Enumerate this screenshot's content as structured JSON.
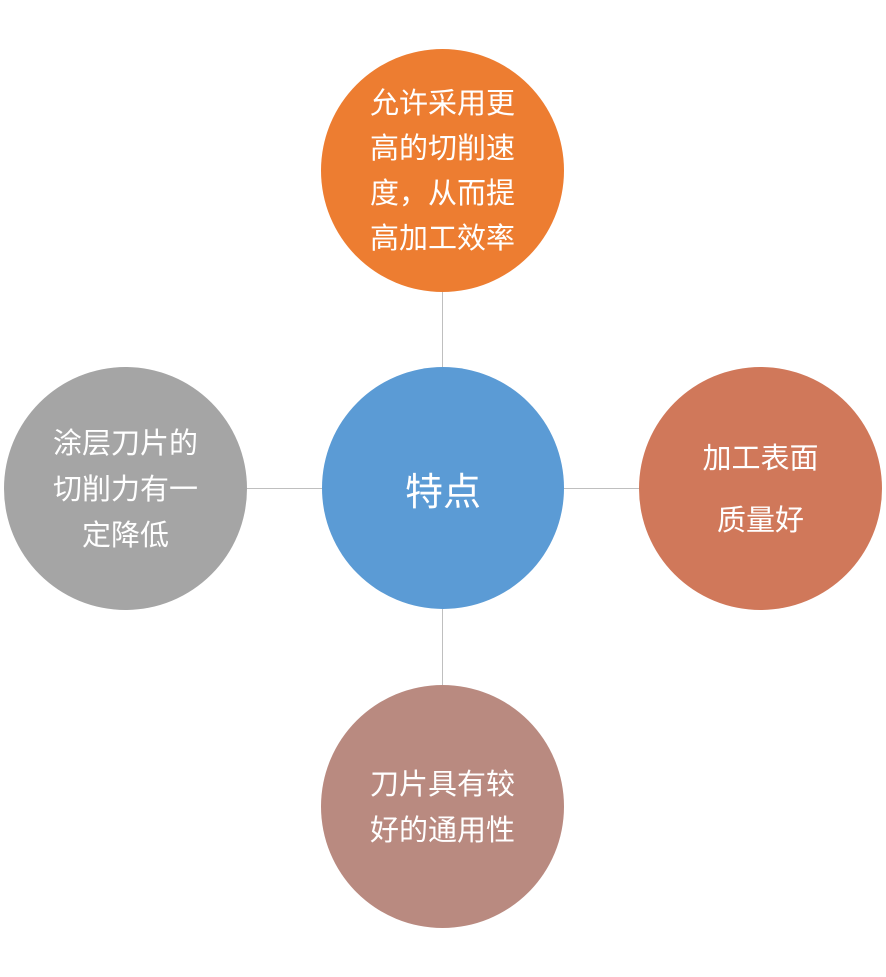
{
  "diagram": {
    "center": {
      "label": "特点",
      "color": "#5b9bd5"
    },
    "top": {
      "lines": [
        "允许采用更",
        "高的切削速",
        "度，从而提",
        "高加工效率"
      ],
      "color": "#ed7d31"
    },
    "left": {
      "lines": [
        "涂层刀片的",
        "切削力有一",
        "定降低"
      ],
      "color": "#a5a5a5"
    },
    "right": {
      "lines": [
        "加工表面",
        "质量好"
      ],
      "color": "#d0785a"
    },
    "bottom": {
      "lines": [
        "刀片具有较",
        "好的通用性"
      ],
      "color": "#b98a80"
    },
    "connector_color": "#bfbfbf"
  }
}
